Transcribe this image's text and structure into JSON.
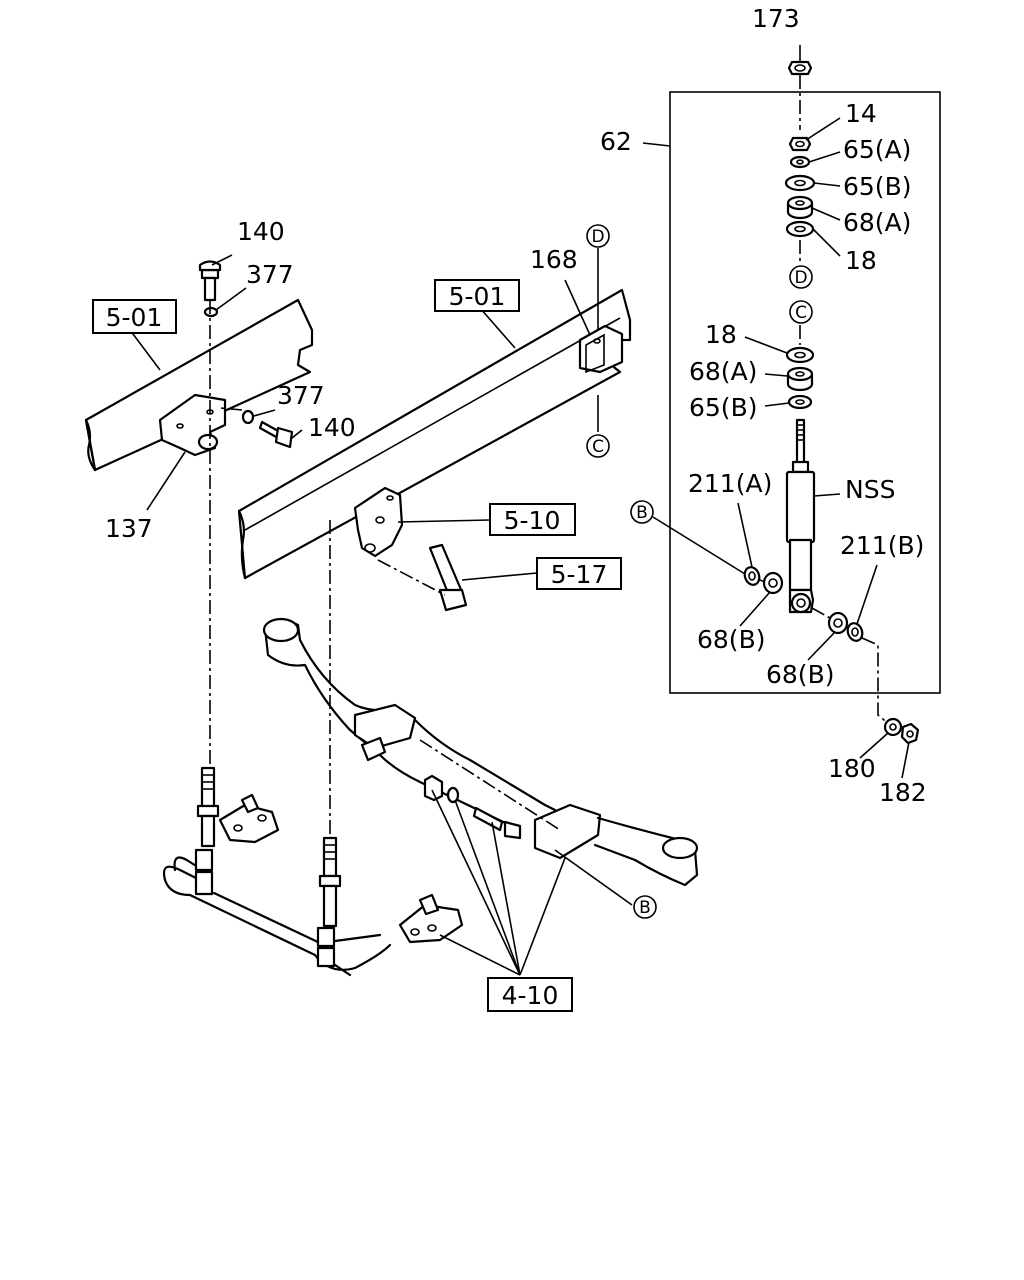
{
  "labels": {
    "l173": "173",
    "l14": "14",
    "l62": "62",
    "l65a": "65(A)",
    "l65b_top": "65(B)",
    "l68a_top": "68(A)",
    "l18_top": "18",
    "l18_mid": "18",
    "l68a_mid": "68(A)",
    "l65b_mid": "65(B)",
    "l211a": "211(A)",
    "lnss": "NSS",
    "l211b": "211(B)",
    "l68b_left": "68(B)",
    "l68b_right": "68(B)",
    "l180": "180",
    "l182": "182",
    "l140_top": "140",
    "l377_top": "377",
    "l377_mid": "377",
    "l140_mid": "140",
    "l137": "137",
    "l168": "168"
  },
  "refs": {
    "r501_left": "5-01",
    "r501_right": "5-01",
    "r510": "5-10",
    "r517": "5-17",
    "r410": "4-10"
  },
  "markers": {
    "d_top": "D",
    "c_top": "C",
    "d_mid": "D",
    "c_mid": "C",
    "b_left": "B",
    "b_bottom": "B"
  }
}
